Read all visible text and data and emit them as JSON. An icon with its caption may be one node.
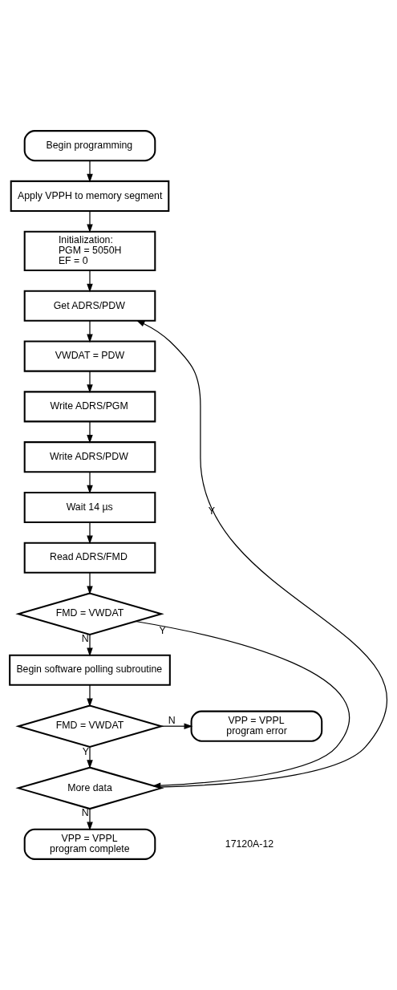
{
  "diagram": {
    "nodes": [
      {
        "text": [
          "Begin programming"
        ]
      },
      {
        "text": [
          "Apply VPPH to memory segment"
        ]
      },
      {
        "text": [
          "Initialization:",
          "PGM = 5050H",
          "EF = 0"
        ]
      },
      {
        "text": [
          "Get ADRS/PDW"
        ]
      },
      {
        "text": [
          "VWDAT = PDW"
        ]
      },
      {
        "text": [
          "Write ADRS/PGM"
        ]
      },
      {
        "text": [
          "Write ADRS/PDW"
        ]
      },
      {
        "text": [
          "Wait 14 µs"
        ]
      },
      {
        "text": [
          "Read ADRS/FMD"
        ]
      },
      {
        "text": [
          "FMD = VWDAT"
        ]
      },
      {
        "text": [
          "Begin software polling subroutine"
        ]
      },
      {
        "text": [
          "FMD = VWDAT"
        ]
      },
      {
        "text": [
          "More data"
        ]
      },
      {
        "text": [
          "VPP = VPPL",
          "program error"
        ]
      },
      {
        "text": [
          "VPP = VPPL",
          "program complete"
        ]
      }
    ],
    "edges": [
      {
        "from": 0,
        "to": 1,
        "arrow": "to"
      },
      {
        "from": 1,
        "to": 2,
        "arrow": "to"
      },
      {
        "from": 2,
        "to": 3,
        "arrow": "to"
      },
      {
        "from": 3,
        "to": 4,
        "arrow": "to"
      },
      {
        "from": 4,
        "to": 5,
        "arrow": "to"
      },
      {
        "from": 5,
        "to": 6,
        "arrow": "to"
      },
      {
        "from": 6,
        "to": 7,
        "arrow": "to"
      },
      {
        "from": 7,
        "to": 8,
        "arrow": "to"
      },
      {
        "from": 8,
        "to": 9,
        "arrow": "to"
      },
      {
        "from": 9,
        "to": 10,
        "label": "N",
        "arrow": "to"
      },
      {
        "from": 9,
        "to": 12,
        "label": "Y",
        "arrow": "to"
      },
      {
        "from": 10,
        "to": 11,
        "arrow": "to"
      },
      {
        "from": 11,
        "to": 12,
        "label": "Y",
        "arrow": "to"
      },
      {
        "from": 11,
        "to": 13,
        "label": "N",
        "arrow": "to"
      },
      {
        "from": 12,
        "to": 3,
        "label": "Y",
        "arrow": "to"
      },
      {
        "from": 12,
        "to": 14,
        "label": "N",
        "arrow": "to"
      }
    ],
    "labels": [
      "17120A-12"
    ]
  }
}
